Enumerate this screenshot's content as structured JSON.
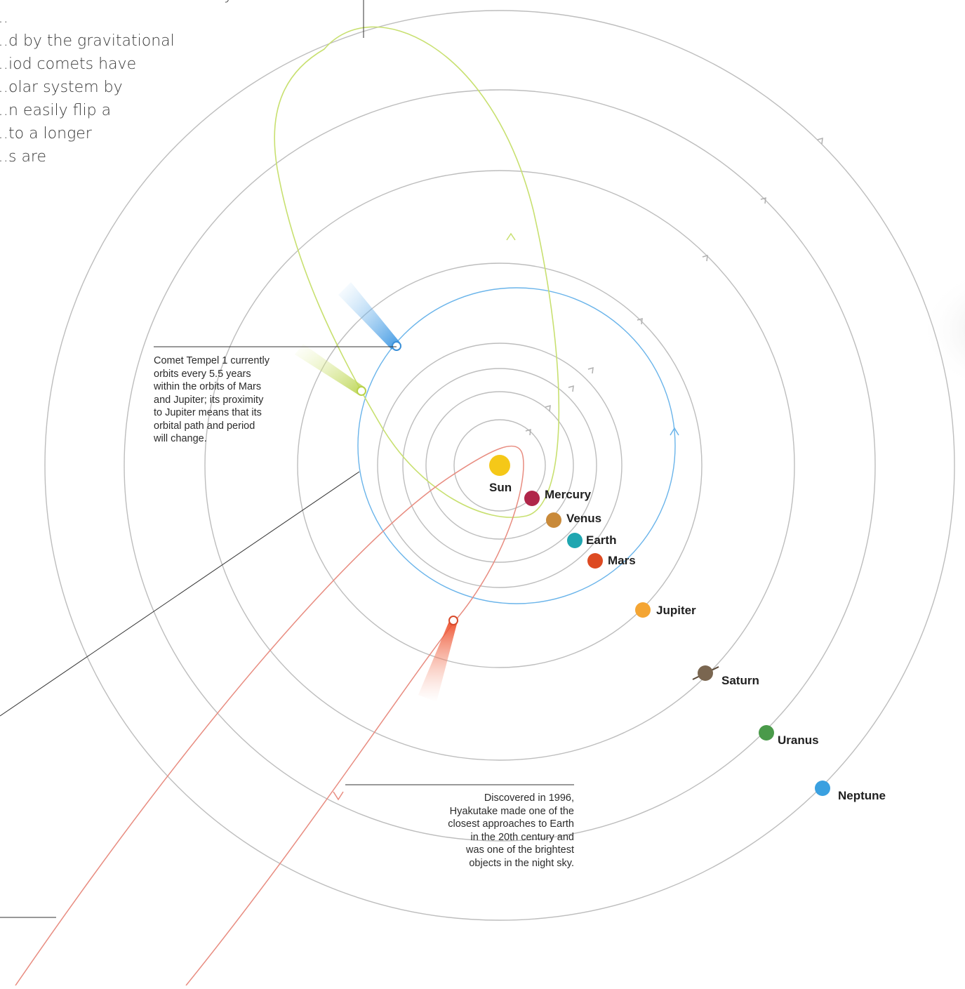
{
  "intro_text": {
    "lines": [
      "…so far from the Sun that they",
      "…",
      "…d by the gravitational",
      "…iod comets have",
      "…olar system by",
      "…n easily flip a",
      "…to a longer",
      "…s are"
    ]
  },
  "sun": {
    "label": "Sun",
    "color": "#f5c818"
  },
  "planets": [
    {
      "name": "Mercury",
      "color": "#b0264a"
    },
    {
      "name": "Venus",
      "color": "#c98a3a"
    },
    {
      "name": "Earth",
      "color": "#1fa6b0"
    },
    {
      "name": "Mars",
      "color": "#dd4a22"
    },
    {
      "name": "Jupiter",
      "color": "#f4a533"
    },
    {
      "name": "Saturn",
      "color": "#7a6650"
    },
    {
      "name": "Uranus",
      "color": "#4a9a4a"
    },
    {
      "name": "Neptune",
      "color": "#3aa0e0"
    }
  ],
  "comets": {
    "tempel": {
      "color": "#5aaee8",
      "note_lines": [
        "Comet Tempel 1 currently",
        "orbits every 5.5 years",
        "within the orbits of Mars",
        "and Jupiter; its proximity",
        "to Jupiter means that its",
        "orbital path and period",
        "will change."
      ]
    },
    "hyakutake": {
      "color": "#e46a5a",
      "note_lines": [
        "Discovered in 1996,",
        "Hyakutake made one of the",
        "closest approaches to Earth",
        "in the 20th century and",
        "was one of the brightest",
        "objects in the night sky."
      ]
    },
    "green": {
      "color": "#c8e070"
    }
  },
  "colors": {
    "orbit": "#bdbdbd",
    "leader": "#333333"
  }
}
